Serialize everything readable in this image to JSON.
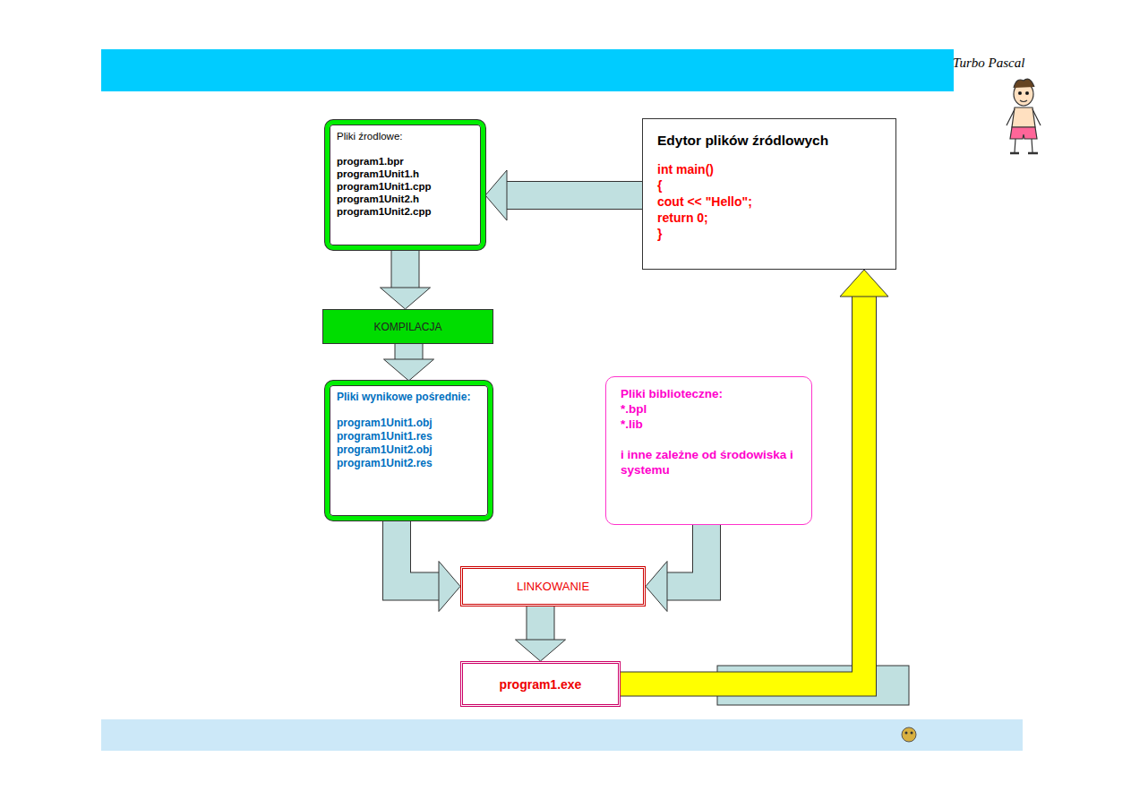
{
  "diagram": {
    "nodes": [
      {
        "text": [
          "Pliki źrodlowe:",
          "program1.bpr",
          "program1Unit1.h",
          "program1Unit1.cpp",
          "program1Unit2.h",
          "program1Unit2.cpp"
        ]
      },
      {
        "text": [
          "Edytor plików źródlowych",
          "int main()",
          "{",
          "cout << \"Hello\";",
          "return 0;",
          "}"
        ]
      },
      {
        "text": [
          "KOMPILACJA"
        ]
      },
      {
        "text": [
          "Pliki wynikowe pośrednie:",
          "program1Unit1.obj",
          "program1Unit1.res",
          "program1Unit2.obj",
          "program1Unit2.res"
        ]
      },
      {
        "text": [
          "Pliki biblioteczne:",
          "*.bpl",
          "*.lib",
          "i inne zależne od środowiska i systemu"
        ]
      },
      {
        "text": [
          "LINKOWANIE"
        ]
      },
      {
        "text": [
          "program1.exe"
        ]
      }
    ],
    "edges": [
      {
        "from": 1,
        "to": 0,
        "arrow": "to"
      },
      {
        "from": 0,
        "to": 2,
        "arrow": "to"
      },
      {
        "from": 2,
        "to": 3,
        "arrow": "to"
      },
      {
        "from": 3,
        "to": 5,
        "arrow": "to"
      },
      {
        "from": 4,
        "to": 5,
        "arrow": "to"
      },
      {
        "from": 5,
        "to": 6,
        "arrow": "to"
      },
      {
        "from": 6,
        "to": 1,
        "arrow": "to"
      }
    ],
    "labels": [
      "Turbo Pascal"
    ]
  }
}
